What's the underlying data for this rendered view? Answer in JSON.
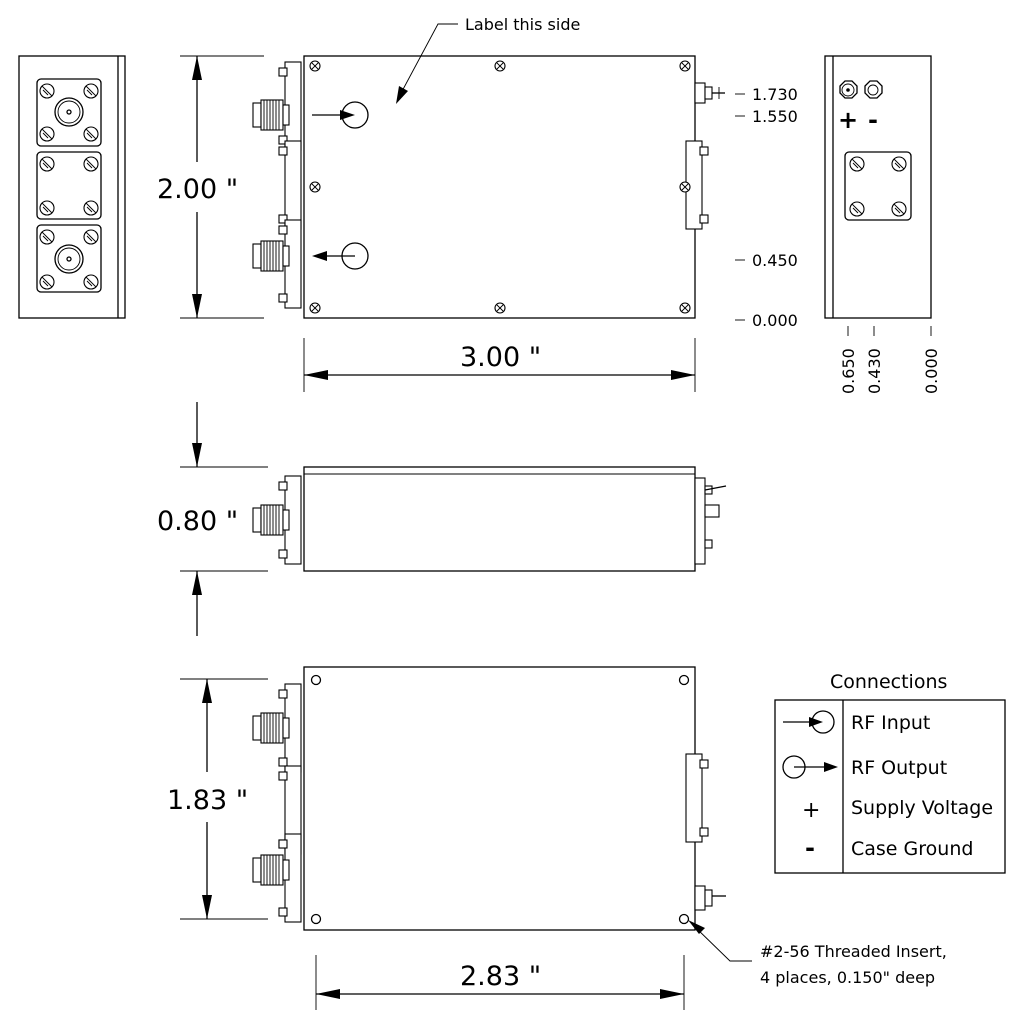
{
  "labels": {
    "label_side": "Label this side",
    "threaded_insert_line1": "#2-56 Threaded Insert,",
    "threaded_insert_line2": "4 places, 0.150\" deep"
  },
  "dimensions": {
    "top_height": "2.00 \"",
    "top_width": "3.00 \"",
    "side_height": "0.80 \"",
    "bottom_height": "1.83 \"",
    "bottom_width": "2.83 \""
  },
  "right_ordinates": {
    "y1730": "1.730",
    "y1550": "1.550",
    "y0450": "0.450",
    "y0000": "0.000"
  },
  "end_ordinates": {
    "x0650": "0.650",
    "x0430": "0.430",
    "x0000": "0.000"
  },
  "end_view": {
    "plus": "+",
    "minus": "-"
  },
  "legend": {
    "title": "Connections",
    "rows": [
      {
        "symbol": "rf-input-icon",
        "label": "RF Input"
      },
      {
        "symbol": "rf-output-icon",
        "label": "RF Output"
      },
      {
        "symbol": "+",
        "label": "Supply Voltage"
      },
      {
        "symbol": "-",
        "label": "Case Ground"
      }
    ]
  },
  "colors": {
    "line": "#000000",
    "background": "#ffffff"
  }
}
